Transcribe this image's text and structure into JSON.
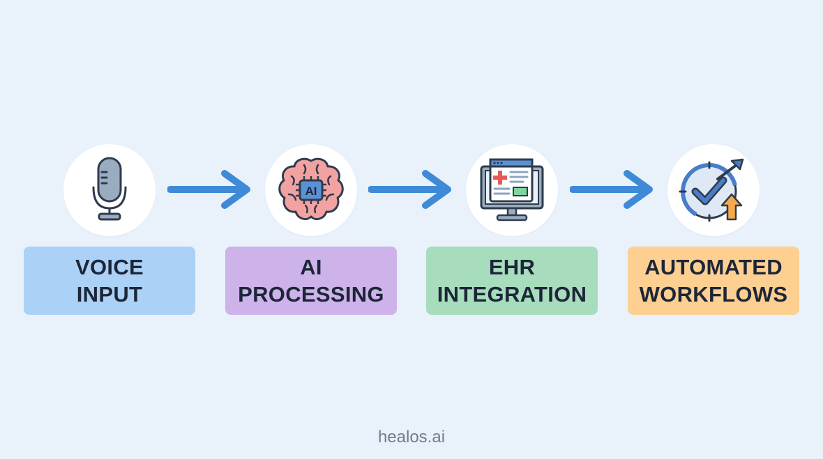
{
  "steps": [
    {
      "label": "VOICE\nINPUT",
      "color": "#abd1f6",
      "icon": "microphone-icon"
    },
    {
      "label": "AI\nPROCESSING",
      "color": "#cdb3ea",
      "icon": "ai-brain-icon",
      "icon_text": "AI"
    },
    {
      "label": "EHR\nINTEGRATION",
      "color": "#a7ddbc",
      "icon": "ehr-monitor-icon"
    },
    {
      "label": "AUTOMATED\nWORKFLOWS",
      "color": "#fdcf91",
      "icon": "clock-check-growth-icon"
    }
  ],
  "arrow_color": "#3f8ad7",
  "background_color": "#e9f1fb",
  "footer": {
    "text": "healos.ai"
  }
}
